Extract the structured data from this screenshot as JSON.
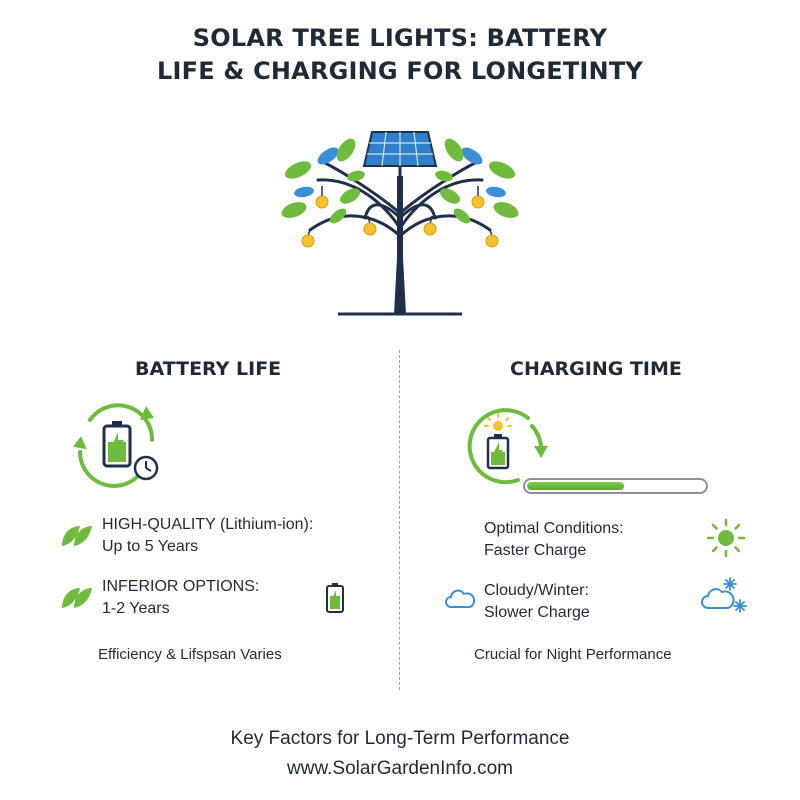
{
  "title": {
    "line1": "SOLAR TREE LIGHTS: BATTERY",
    "line2": "LIFE & CHARGING FOR LONGETINTY"
  },
  "battery_life": {
    "heading": "BATTERY LIFE",
    "items": [
      {
        "line1": "HIGH-QUALITY (Lithium-ion):",
        "line2": "Up to 5 Years",
        "icon": "leaf-icon"
      },
      {
        "line1": "INFERIOR OPTIONS:",
        "line2": "1-2 Years",
        "icon": "leaf-icon"
      }
    ],
    "footnote": "Efficiency & Lifspsan Varies"
  },
  "charging_time": {
    "heading": "CHARGING TIME",
    "progress": 0.55,
    "items": [
      {
        "line1": "Optimal Conditions:",
        "line2": "Faster Charge",
        "icon": "sun-icon"
      },
      {
        "line1": "Cloudy/Winter:",
        "line2": "Slower Charge",
        "icon": "cloud-snow-icon"
      }
    ],
    "footnote": "Crucial for Night Performance"
  },
  "footer": {
    "tagline": "Key Factors for Long-Term Performance",
    "url": "www.SolarGardenInfo.com"
  },
  "colors": {
    "text": "#1f2a37",
    "green": "#6fbb3e",
    "blue": "#3a8fd6",
    "bulb": "#f5c12e",
    "navy": "#1f2f4a"
  }
}
